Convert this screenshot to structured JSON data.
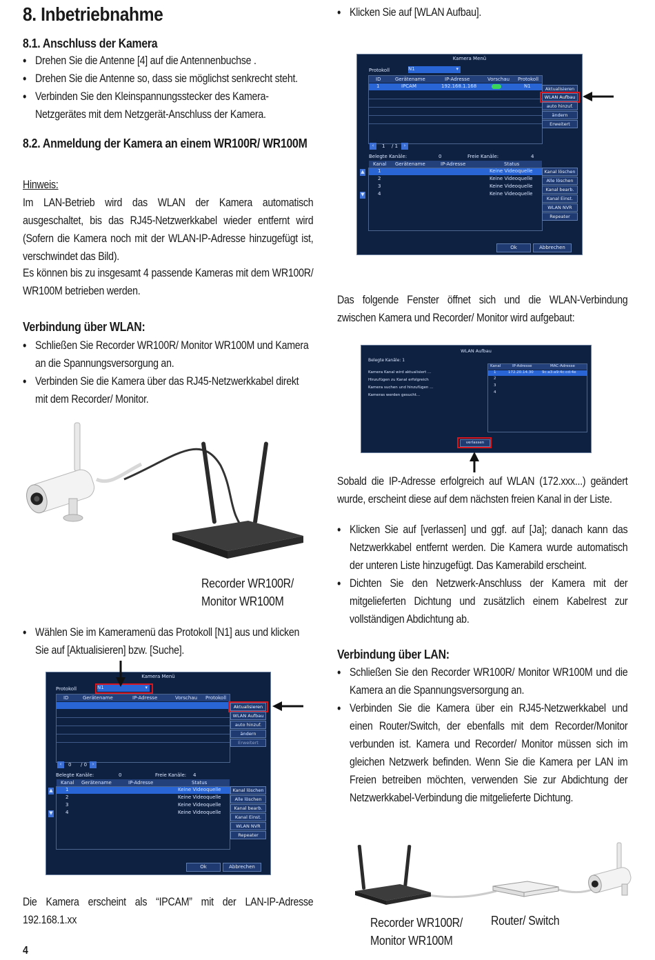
{
  "left": {
    "heading": "8. Inbetriebnahme",
    "s81_title": "8.1. Anschluss der Kamera",
    "s81_items": [
      "Drehen Sie die Antenne [4] auf die Antennenbuchse .",
      "Drehen Sie die Antenne so, dass sie möglichst senkrecht steht.",
      "Verbinden Sie den Kleinspannungsstecker des Kamera-Netzgerätes mit dem Netzgerät-Anschluss der Kamera."
    ],
    "s82_title": "8.2. Anmeldung der Kamera an einem WR100R/ WR100M",
    "hinweis_label": "Hinweis:",
    "hinweis_text": "Im LAN-Betrieb wird das WLAN der Kamera automatisch ausgeschaltet, bis das RJ45-Netzwerkkabel wieder entfernt wird (Sofern die Kamera noch mit der WLAN-IP-Adresse hinzugefügt ist, verschwindet das Bild).",
    "cameras_text": "Es können bis zu insgesamt 4 passende Kameras mit dem WR100R/ WR100M betrieben werden.",
    "wlan_title": "Verbindung über WLAN:",
    "wlan_items": [
      "Schließen Sie Recorder WR100R/ Monitor WR100M und Kamera an die Spannungsversorgung an.",
      "Verbinden Sie die Kamera über das RJ45-Netzwerkkabel direkt mit dem Recorder/ Monitor."
    ],
    "recorder_caption_1": "Recorder WR100R/",
    "recorder_caption_2": "Monitor WR100M",
    "protocol_item": "Wählen Sie im Kameramenü das Protokoll [N1] aus und klicken Sie auf [Aktualisieren] bzw. [Suche].",
    "ipcam_text": "Die Kamera erscheint als “IPCAM” mit der LAN-IP-Adresse 192.168.1.xx",
    "page_number": "4"
  },
  "right": {
    "click_item": "Klicken Sie auf [WLAN Aufbau].",
    "window_text": "Das folgende Fenster öffnet sich und die WLAN-Verbindung zwischen Kamera und Recorder/ Monitor wird aufgebaut:",
    "ip_text": "Sobald die IP-Adresse erfolgreich auf WLAN (172.xxx...) geändert wurde, erscheint diese auf dem nächsten freien Kanal in der Liste.",
    "items": [
      "Klicken Sie auf [verlassen] und ggf. auf [Ja]; danach kann das Netzwerkkabel entfernt werden. Die Kamera wurde automatisch der unteren Liste hinzugefügt. Das Kamerabild erscheint.",
      "Dichten Sie den Netzwerk-Anschluss der Kamera mit der mitgelieferten Dichtung und zusätzlich einem Kabelrest zur vollständigen Abdichtung ab."
    ],
    "lan_title": "Verbindung über LAN:",
    "lan_items": [
      "Schließen Sie den Recorder WR100R/ Monitor WR100M und die Kamera an die Spannungsversorgung an.",
      "Verbinden Sie die Kamera über ein RJ45-Netzwerkkabel und einen Router/Switch, der ebenfalls mit dem Recorder/Monitor verbunden ist. Kamera und Recorder/ Monitor müssen sich im gleichen Netzwerk befinden. Wenn Sie die Kamera per LAN im Freien betreiben möchten, verwenden Sie zur Abdichtung der Netzwerkkabel-Verbindung die mitgelieferte Dichtung."
    ],
    "recorder_caption_1": "Recorder WR100R/",
    "recorder_caption_2": "Monitor WR100M",
    "router_caption": "Router/ Switch"
  },
  "menu1": {
    "title": "Kamera Menü",
    "protokoll_label": "Protokoll",
    "protokoll_value": "N1",
    "cols": [
      "ID",
      "Gerätename",
      "IP-Adresse",
      "Vorschau",
      "Protokoll"
    ],
    "row": [
      "1",
      "IPCAM",
      "192.168.1.168",
      "",
      "N1"
    ],
    "buttons": [
      "Aktualisieren",
      "WLAN Aufbau",
      "auto hinzuf.",
      "ändern",
      "Erweitert"
    ],
    "page": "1",
    "page_total": "/ 1",
    "belegte_label": "Belegte Kanäle:",
    "belegte_value": "0",
    "freie_label": "Freie Kanäle:",
    "freie_value": "4",
    "cols2": [
      "Kanal",
      "Gerätename",
      "IP-Adresse",
      "Status"
    ],
    "channels": [
      "1",
      "2",
      "3",
      "4"
    ],
    "status": "Keine Videoquelle",
    "buttons2": [
      "Kanal löschen",
      "Alle löschen",
      "Kanal bearb.",
      "Kanal Einst.",
      "WLAN NVR",
      "Repeater"
    ],
    "ok": "Ok",
    "cancel": "Abbrechen"
  },
  "menu2": {
    "title": "Kamera Menü",
    "protokoll_label": "Protokoll",
    "protokoll_value": "N1",
    "cols": [
      "ID",
      "Gerätename",
      "IP-Adresse",
      "Vorschau",
      "Protokoll"
    ],
    "buttons": [
      "Aktualisieren",
      "WLAN Aufbau",
      "auto hinzuf.",
      "ändern",
      "Erweitert"
    ],
    "page": "0",
    "page_total": "/ 0",
    "belegte_label": "Belegte Kanäle:",
    "belegte_value": "0",
    "freie_label": "Freie Kanäle:",
    "freie_value": "4",
    "cols2": [
      "Kanal",
      "Gerätename",
      "IP-Adresse",
      "Status"
    ],
    "channels": [
      "1",
      "2",
      "3",
      "4"
    ],
    "status": "Keine Videoquelle",
    "buttons2": [
      "Kanal löschen",
      "Alle löschen",
      "Kanal bearb.",
      "Kanal Einst.",
      "WLAN NVR",
      "Repeater"
    ],
    "ok": "Ok",
    "cancel": "Abbrechen"
  },
  "wlan_window": {
    "title": "WLAN Aufbau",
    "belegte": "Belegte Kanäle: 1",
    "status_lines": [
      "Kamera Kanal wird aktualisiert ...",
      "Hinzufügen zu Kanal erfolgreich",
      "Kamera suchen und hinzufügen ...",
      "Kameras werden gesucht..."
    ],
    "cols": [
      "Kanal",
      "IP-Adresse",
      "MAC-Adresse"
    ],
    "rows": [
      [
        "1",
        "172.20.14.30",
        "9c:a3:a9:4c:cd:4e"
      ],
      [
        "2",
        "",
        ""
      ],
      [
        "3",
        "",
        ""
      ],
      [
        "4",
        "",
        ""
      ]
    ],
    "exit": "verlassen"
  },
  "colors": {
    "screen_bg": "#0f2140",
    "selected_row": "#2a65d6",
    "highlight": "#d8141c"
  }
}
